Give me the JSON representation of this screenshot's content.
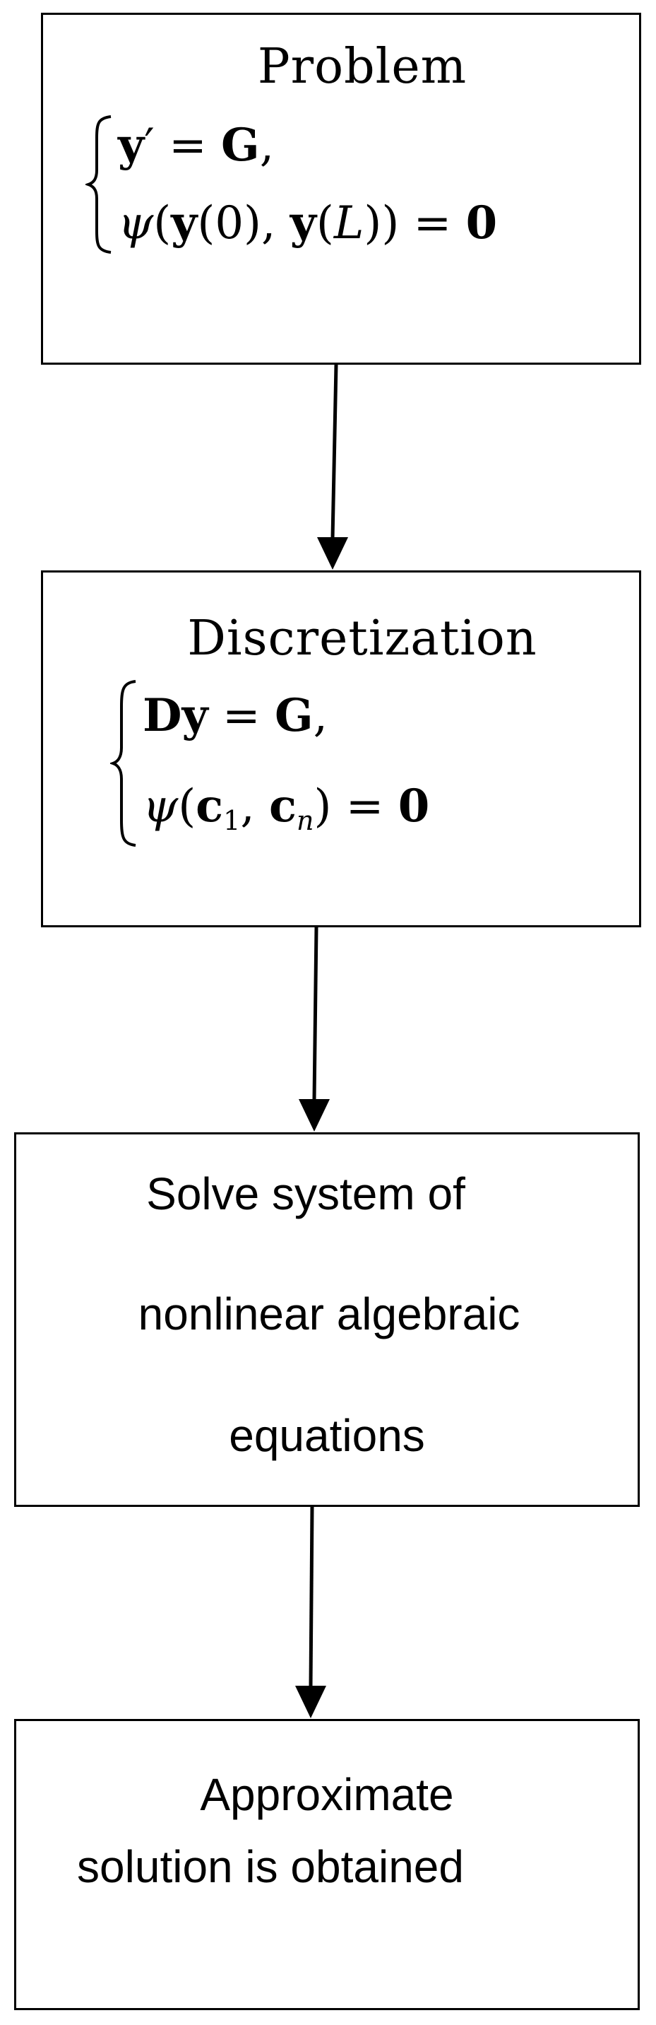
{
  "problem": {
    "title": "Problem",
    "eq1": {
      "lhs": "y",
      "prime": "′",
      "eq": " = ",
      "rhs": "G",
      "end": ","
    },
    "eq2": {
      "psi": "ψ",
      "open": "(",
      "y1": "y",
      "arg1": "(0), ",
      "y2": "y",
      "arg2o": "(",
      "L": "L",
      "arg2c": "))",
      "eq": " = ",
      "zero": "0"
    }
  },
  "discretization": {
    "title": "Discretization",
    "eq1": {
      "lhs": "Dy",
      "eq": " = ",
      "rhs": "G",
      "end": ","
    },
    "eq2": {
      "psi": "ψ",
      "open": "(",
      "c1": "c",
      "sub1": "1",
      "comma": ", ",
      "cn": "c",
      "subn": "n",
      "close": ")",
      "eq": " = ",
      "zero": "0"
    }
  },
  "solve": {
    "line1": "Solve system of",
    "line2": "nonlinear algebraic",
    "line3": "equations"
  },
  "result": {
    "line1": "Approximate",
    "line2": "solution is obtained"
  }
}
